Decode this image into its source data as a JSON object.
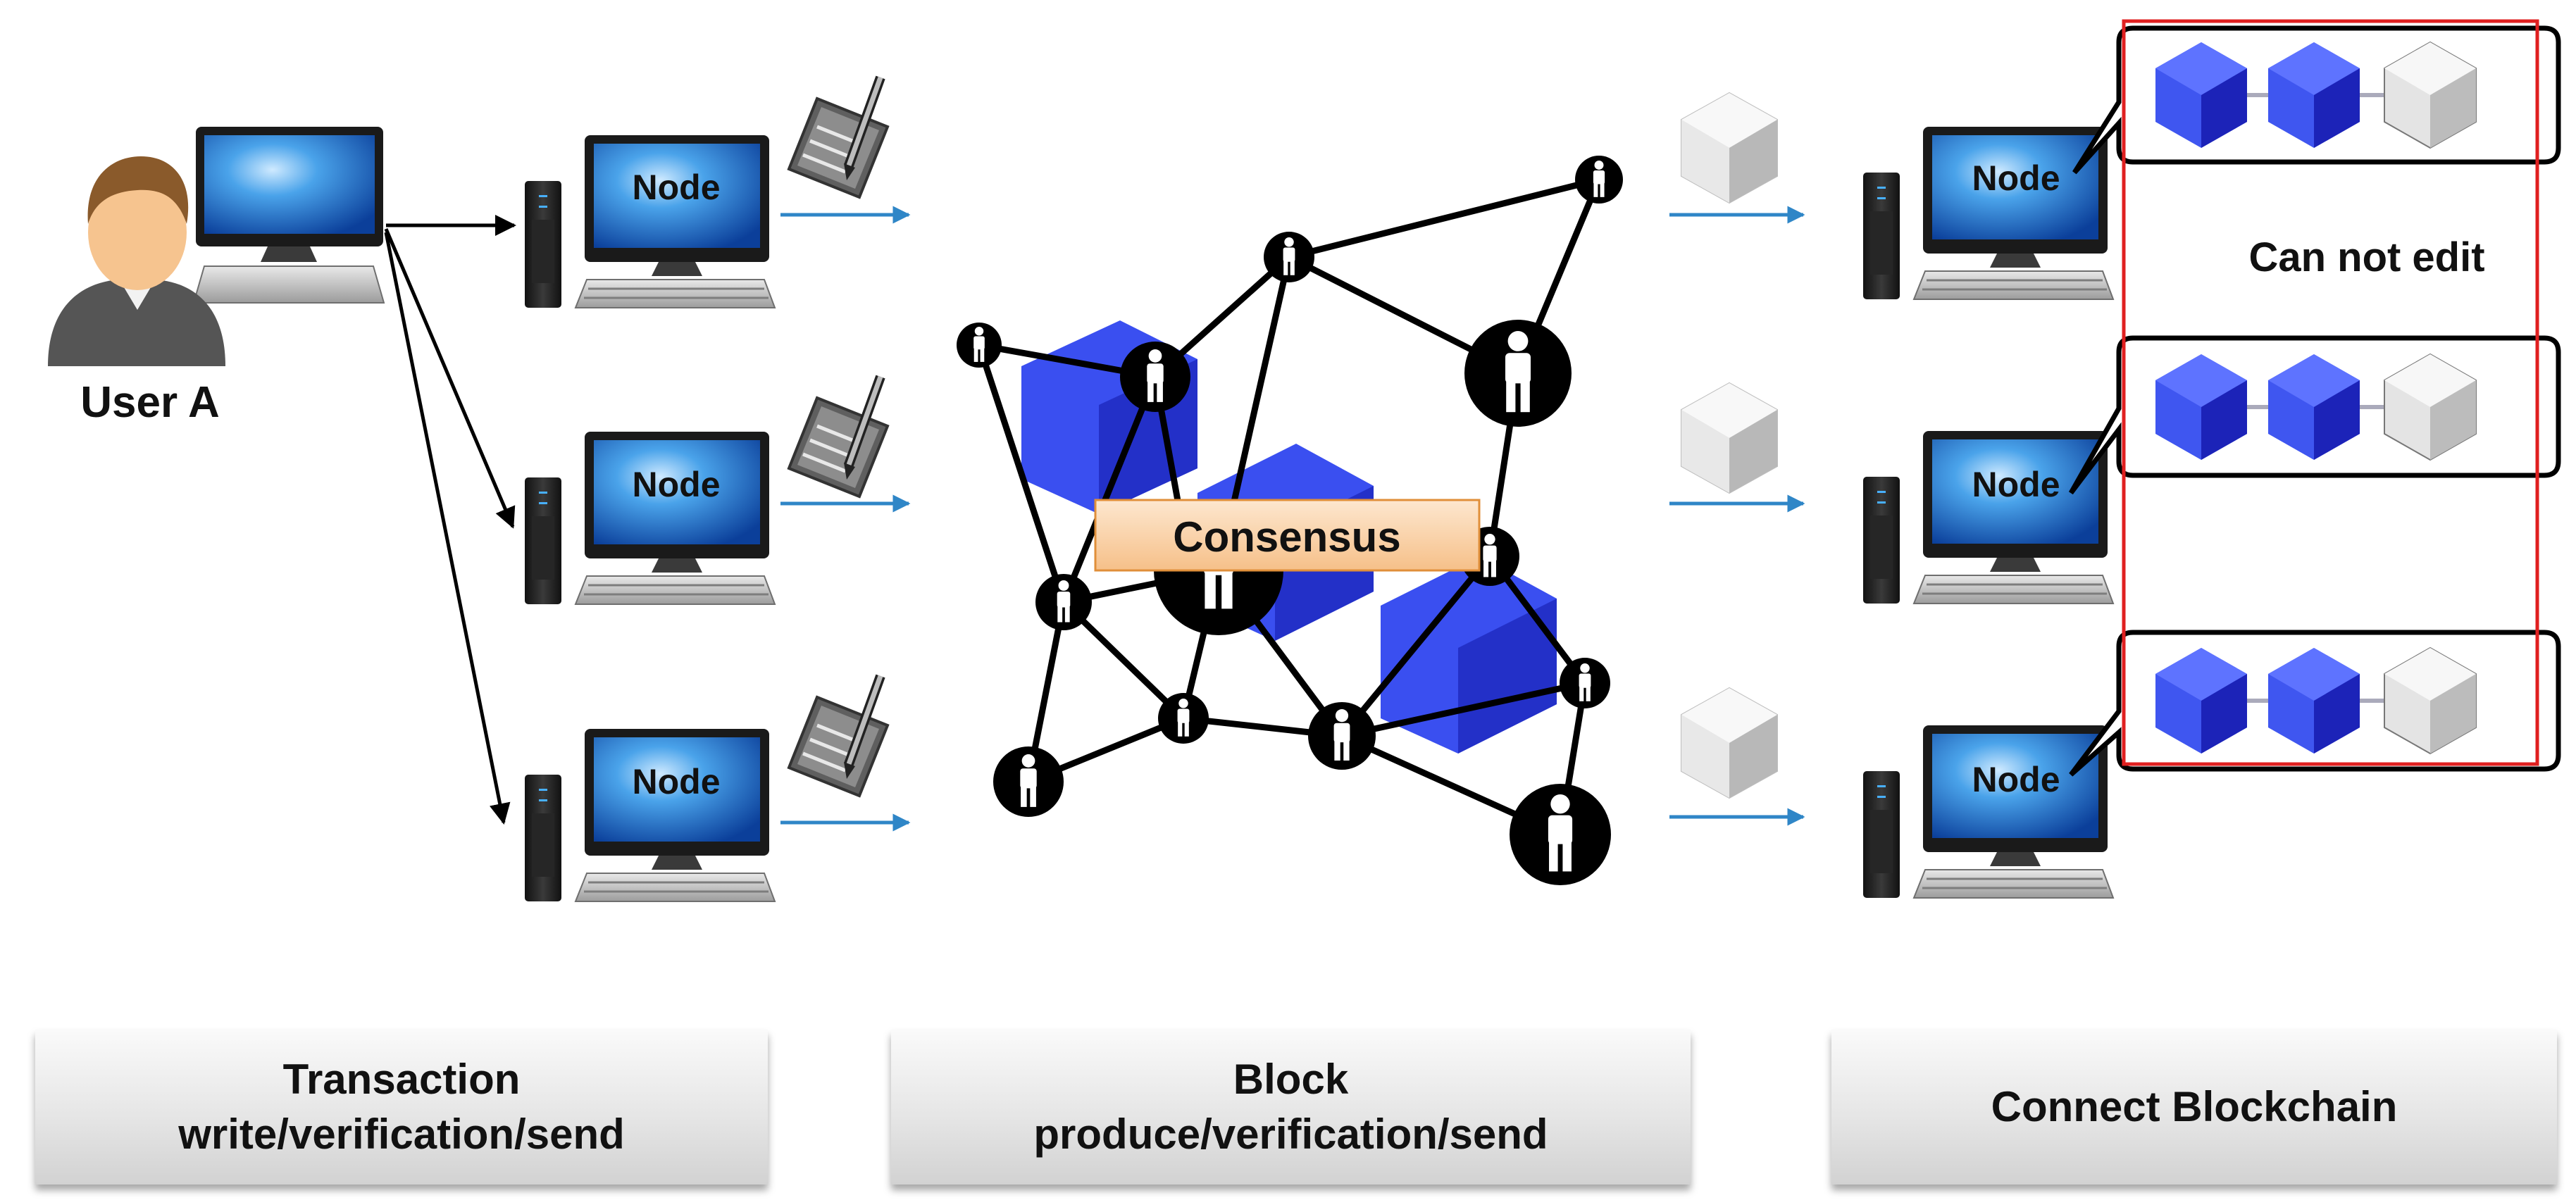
{
  "user": {
    "label": "User A"
  },
  "node_label": "Node",
  "consensus_label": "Consensus",
  "chain_note": "Can not edit",
  "stages": [
    {
      "line1": "Transaction",
      "line2": "write/verification/send"
    },
    {
      "line1": "Block",
      "line2": "produce/verification/send"
    },
    {
      "line1": "Connect Blockchain",
      "line2": ""
    }
  ],
  "colors": {
    "block_blue": "#3344e6",
    "block_dark": "#1c23b8",
    "arrow_blue": "#2f86c7",
    "highlight_red": "#e02020",
    "consensus_fill": "#fbd9b0",
    "screen_blue": "#1f6fd0"
  },
  "icons": [
    "user-icon",
    "computer-icon",
    "document-pen-icon",
    "block-icon",
    "person-node-icon"
  ]
}
